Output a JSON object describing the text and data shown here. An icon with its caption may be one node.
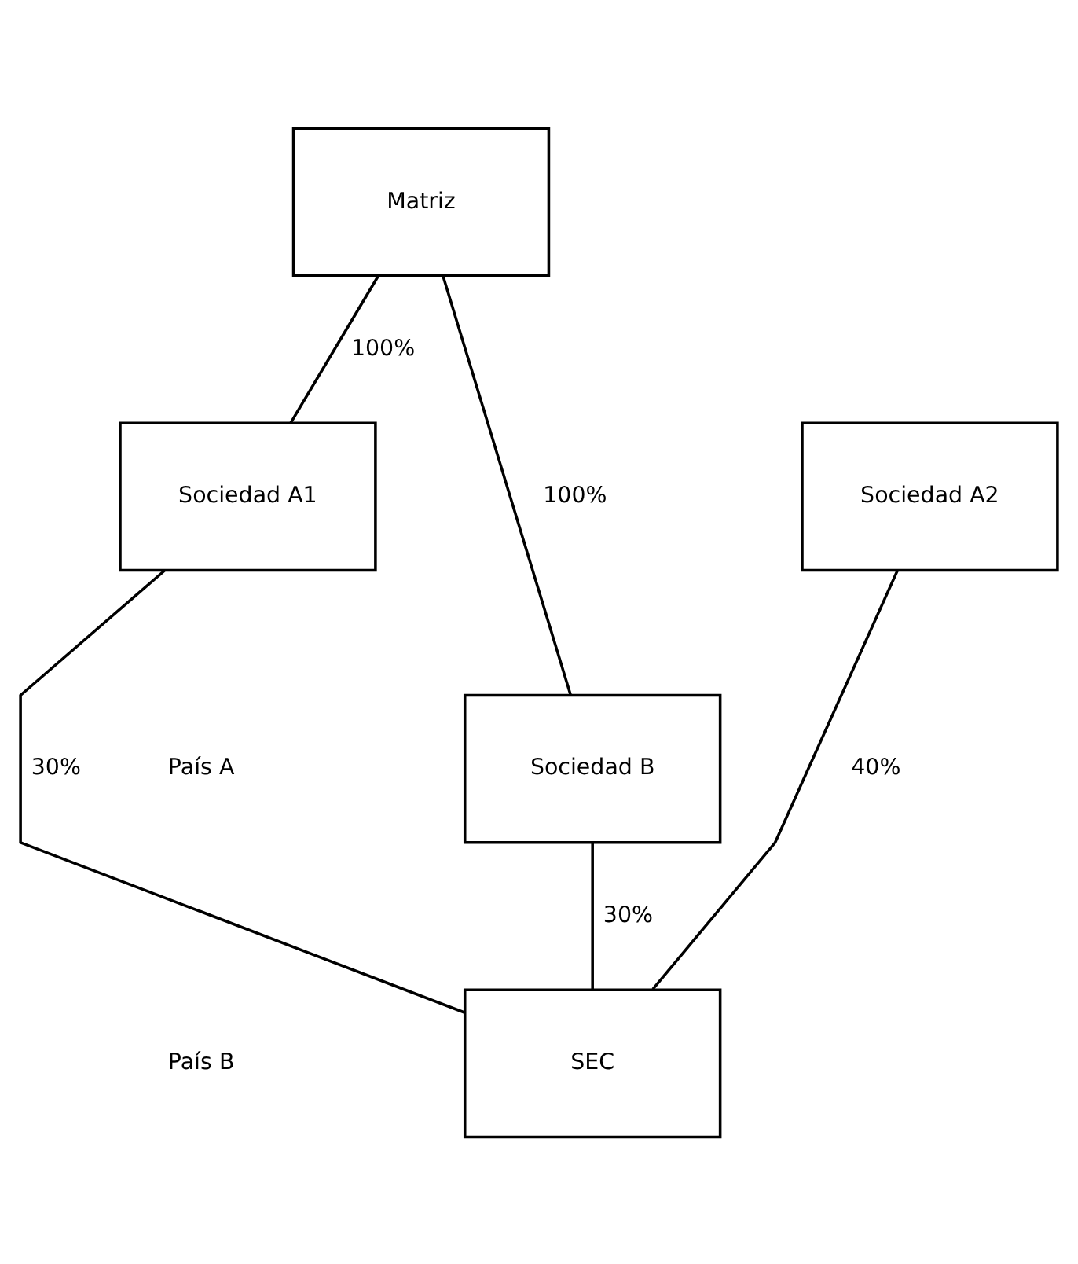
{
  "diagram": {
    "nodes": [
      {
        "text": [
          "Matriz"
        ]
      },
      {
        "text": [
          "Sociedad A1"
        ]
      },
      {
        "text": [
          "Sociedad A2"
        ]
      },
      {
        "text": [
          "Sociedad B"
        ]
      },
      {
        "text": [
          "SEC"
        ]
      }
    ],
    "edges": [
      {
        "from": 0,
        "to": 1,
        "arrow": "none",
        "label": "100%"
      },
      {
        "from": 0,
        "to": 3,
        "arrow": "none",
        "label": "100%"
      },
      {
        "from": 1,
        "to": 4,
        "arrow": "none",
        "label": "30%"
      },
      {
        "from": 3,
        "to": 4,
        "arrow": "none",
        "label": "30%"
      },
      {
        "from": 2,
        "to": 4,
        "arrow": "none",
        "label": "40%"
      }
    ],
    "labels": [
      "País A",
      "País B"
    ]
  }
}
